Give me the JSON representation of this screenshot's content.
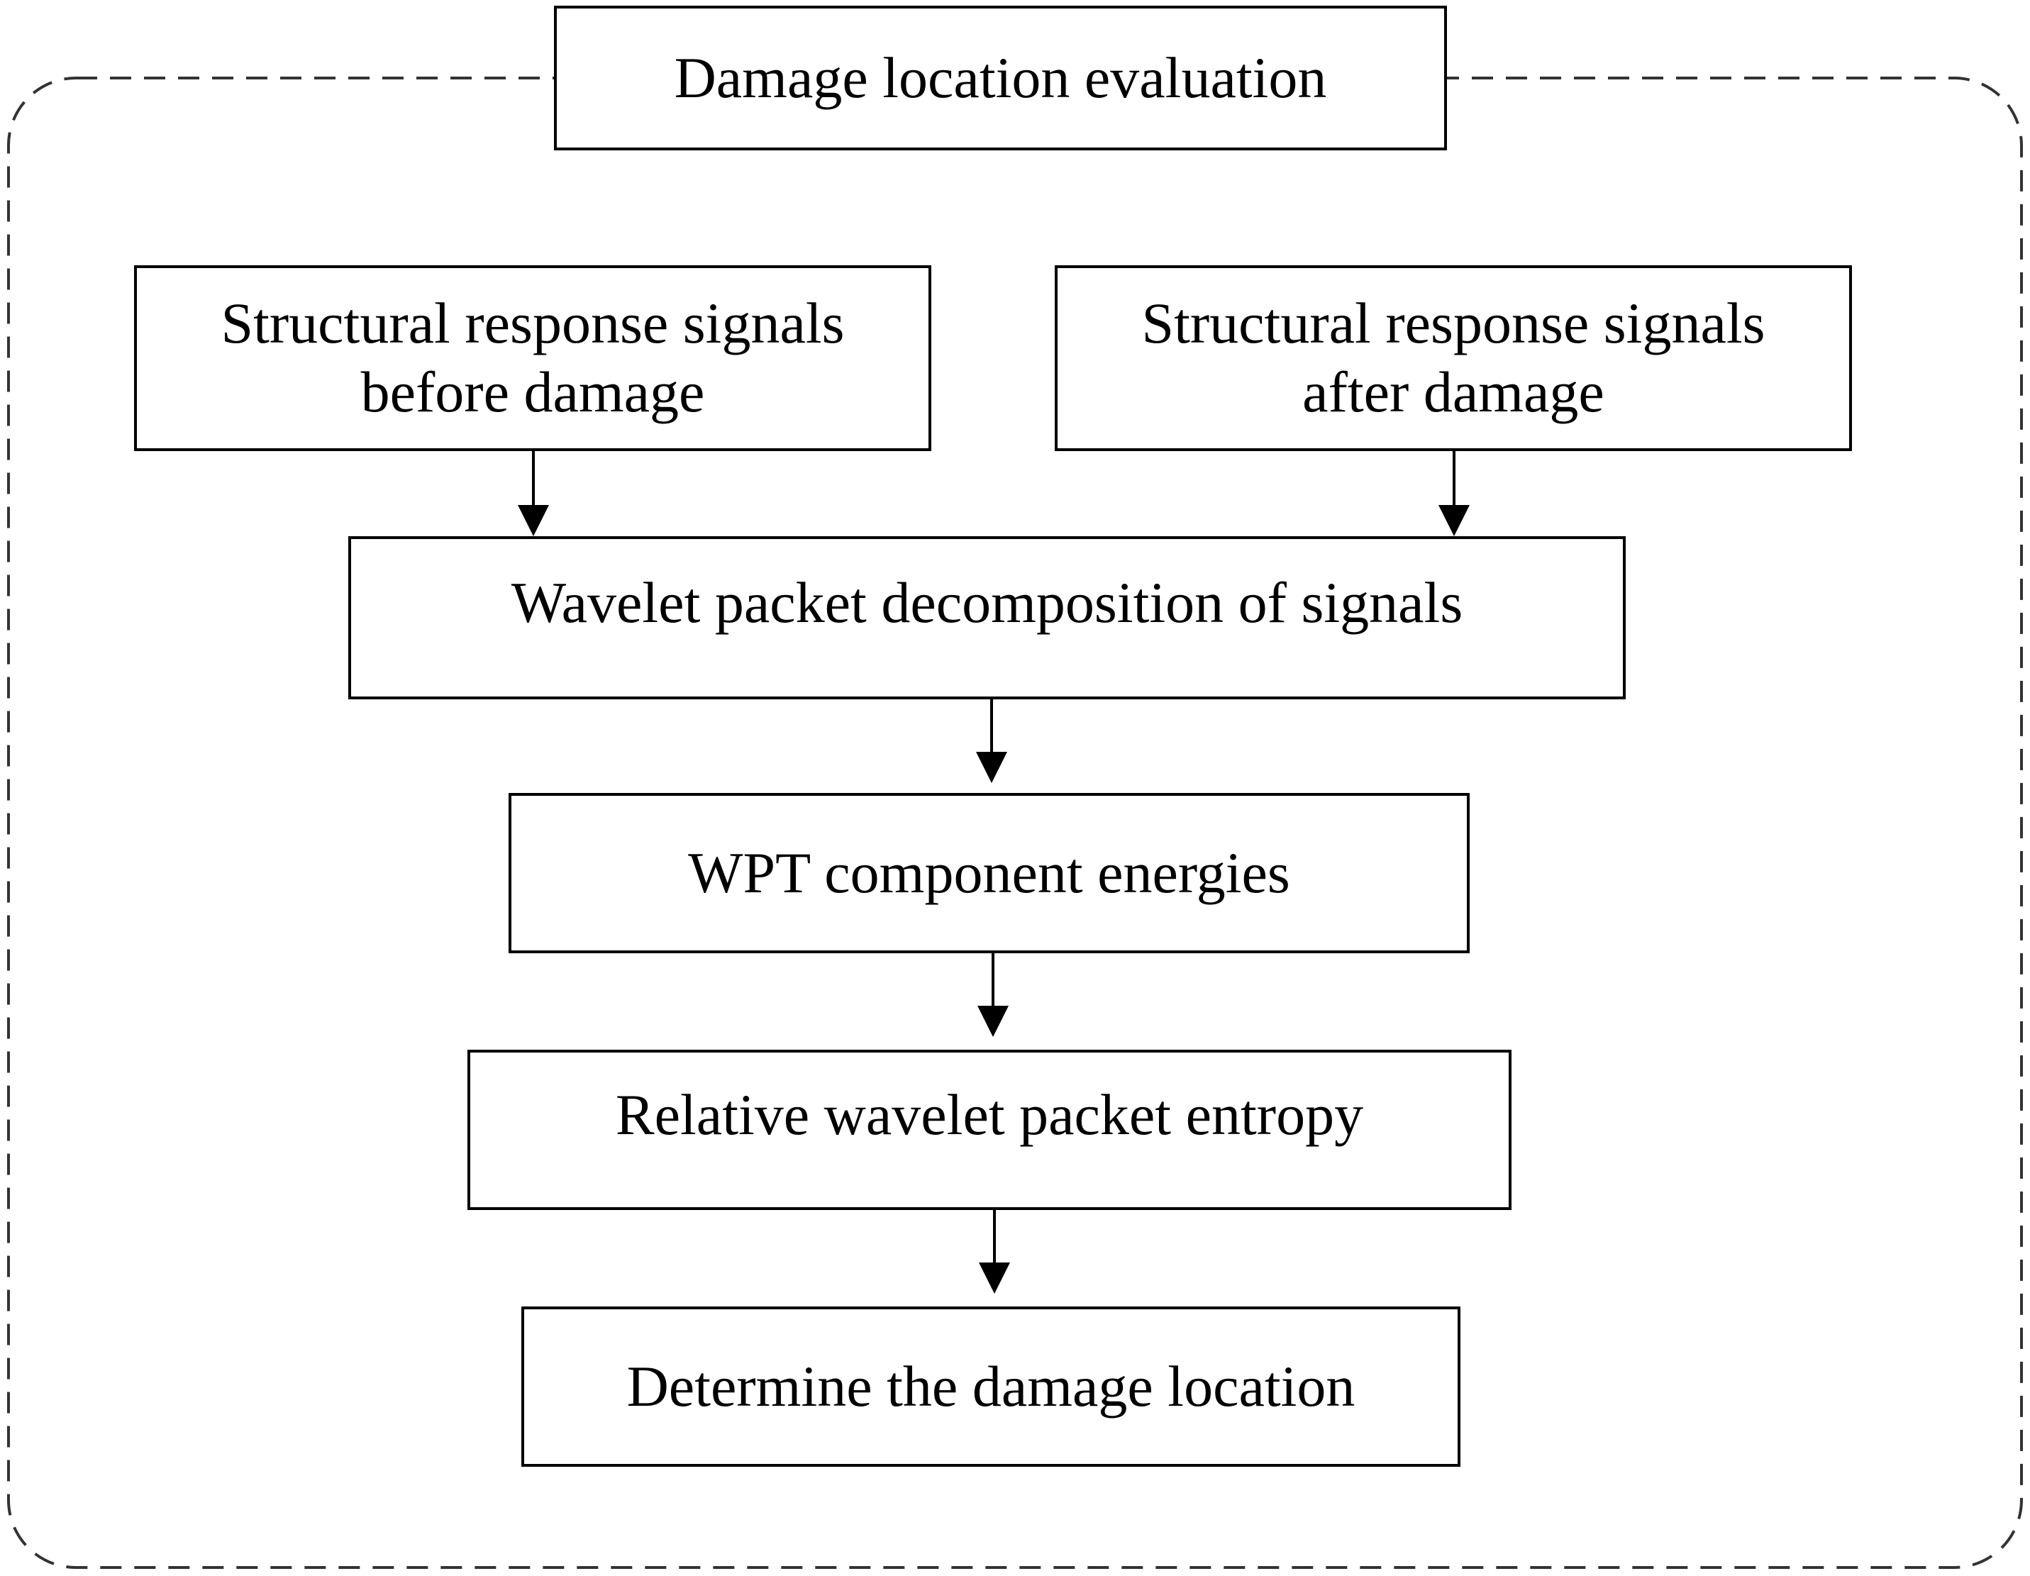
{
  "diagram": {
    "title": "Damage location evaluation",
    "nodes": {
      "before": {
        "lines": [
          "Structural response signals",
          "before damage"
        ]
      },
      "after": {
        "lines": [
          "Structural response signals",
          "after damage"
        ]
      },
      "decomposition": {
        "label": "Wavelet packet decomposition of signals"
      },
      "energies": {
        "label": "WPT component energies"
      },
      "entropy": {
        "label": "Relative wavelet packet entropy"
      },
      "location": {
        "label": "Determine the damage location"
      }
    },
    "edges": [
      {
        "from": "before",
        "to": "decomposition"
      },
      {
        "from": "after",
        "to": "decomposition"
      },
      {
        "from": "decomposition",
        "to": "energies"
      },
      {
        "from": "energies",
        "to": "entropy"
      },
      {
        "from": "entropy",
        "to": "location"
      }
    ],
    "colors": {
      "stroke": "#000000",
      "background": "#ffffff"
    }
  }
}
